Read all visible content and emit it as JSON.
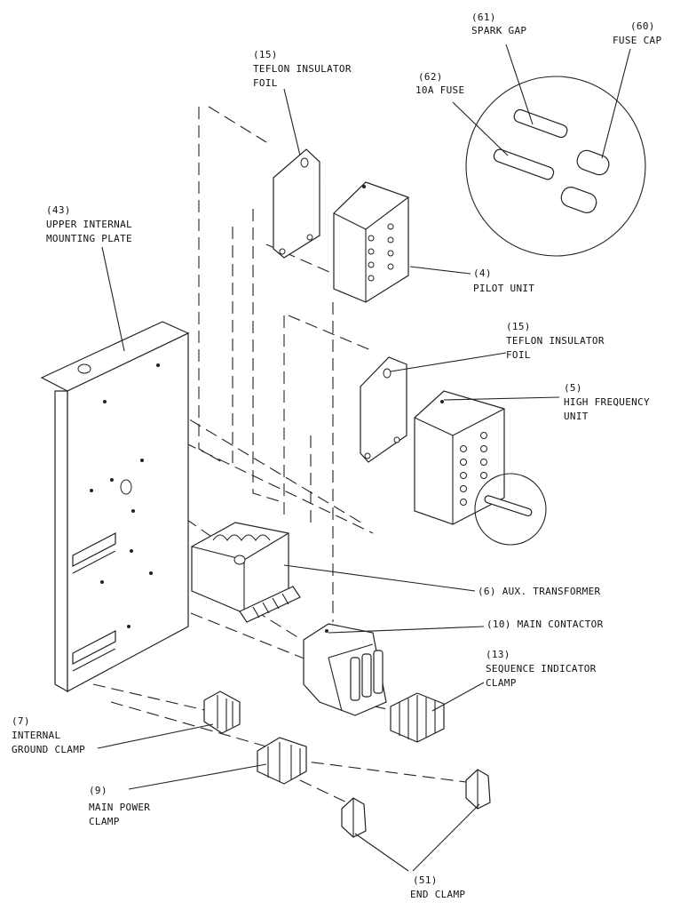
{
  "labels": {
    "spark_gap": {
      "num": "(61)",
      "name": "SPARK GAP"
    },
    "fuse_cap": {
      "num": "(60)",
      "name": "FUSE CAP"
    },
    "fuse_10a": {
      "num": "(62)",
      "name": "10A FUSE"
    },
    "teflon_1": {
      "num": "(15)",
      "line1": "TEFLON INSULATOR",
      "line2": "FOIL"
    },
    "upper_plate": {
      "num": "(43)",
      "line1": "UPPER INTERNAL",
      "line2": "MOUNTING PLATE"
    },
    "pilot_unit": {
      "num": "(4)",
      "name": "PILOT UNIT"
    },
    "teflon_2": {
      "num": "(15)",
      "line1": "TEFLON INSULATOR",
      "line2": "FOIL"
    },
    "hf_unit": {
      "num": "(5)",
      "line1": "HIGH FREQUENCY",
      "line2": "UNIT"
    },
    "aux_transformer": {
      "text": "(6) AUX. TRANSFORMER"
    },
    "main_contactor": {
      "text": "(10) MAIN CONTACTOR"
    },
    "seq_clamp": {
      "num": "(13)",
      "line1": "SEQUENCE INDICATOR",
      "line2": "CLAMP"
    },
    "ground_clamp": {
      "num": "(7)",
      "line1": "INTERNAL",
      "line2": "GROUND CLAMP"
    },
    "main_power_clamp": {
      "num": "(9)",
      "line1": "MAIN POWER",
      "line2": "CLAMP"
    },
    "end_clamp": {
      "num": "(51)",
      "name": "END CLAMP"
    }
  }
}
